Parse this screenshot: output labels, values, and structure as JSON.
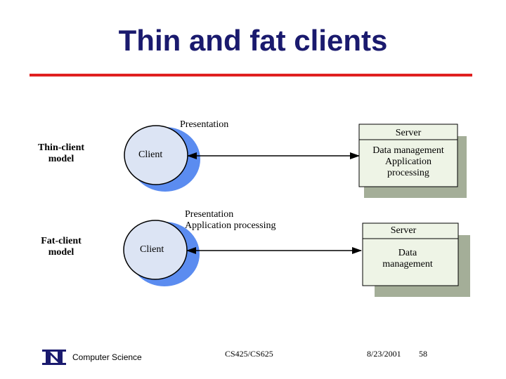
{
  "title": "Thin and fat clients",
  "thin": {
    "model_label_1": "Thin-client",
    "model_label_2": "model",
    "client": "Client",
    "presentation": "Presentation",
    "server_title": "Server",
    "server_line1": "Data management",
    "server_line2": "Application",
    "server_line3": "processing"
  },
  "fat": {
    "model_label_1": "Fat-client",
    "model_label_2": "model",
    "client": "Client",
    "presentation_line1": "Presentation",
    "presentation_line2": "Application processing",
    "server_title": "Server",
    "server_line1": "Data",
    "server_line2": "management"
  },
  "footer": {
    "dept": "Computer Science",
    "course": "CS425/CS625",
    "date": "8/23/2001",
    "page": "58"
  },
  "colors": {
    "title": "#1a1a6e",
    "rule": "#e02020",
    "client_fill": "#dce4f4",
    "client_shadow": "#5b8cf0",
    "server_fill": "#eef4e6",
    "server_shadow": "#a4ae98"
  }
}
